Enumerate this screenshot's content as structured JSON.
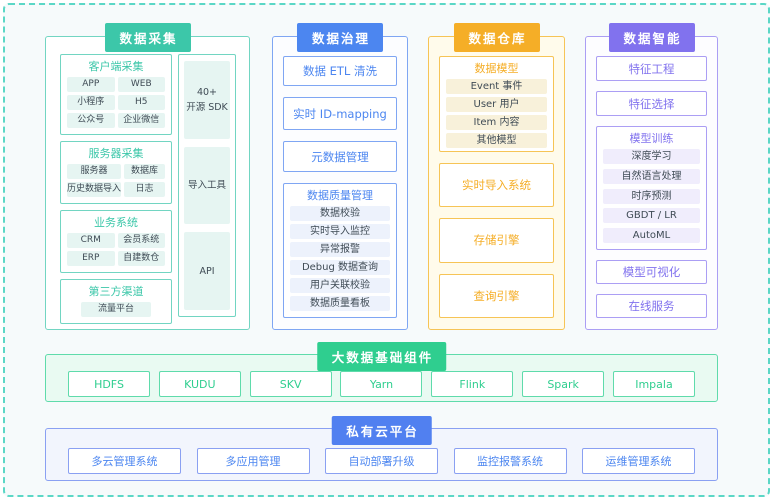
{
  "palette": {
    "teal": "#3CC7A9",
    "blue": "#4C86F0",
    "yellow": "#F5AE27",
    "purple": "#8172EE",
    "green": "#2FCE8F",
    "band_blue_header": "#5180F0",
    "dashed_border": "#5BD7C6",
    "background": "#F6FAFB",
    "dark_text": "#3F4B55"
  },
  "columns": [
    {
      "title": "数据采集",
      "groups": [
        {
          "title": "客户端采集",
          "items": [
            "APP",
            "WEB",
            "小程序",
            "H5",
            "公众号",
            "企业微信"
          ]
        },
        {
          "title": "服务器采集",
          "items": [
            "服务器",
            "数据库",
            "历史数据导入",
            "日志"
          ]
        },
        {
          "title": "业务系统",
          "items": [
            "CRM",
            "会员系统",
            "ERP",
            "自建数仓"
          ]
        },
        {
          "title": "第三方渠道",
          "items": [
            "流量平台"
          ]
        }
      ],
      "side_items": [
        "40+\n开源 SDK",
        "导入工具",
        "API"
      ]
    },
    {
      "title": "数据治理",
      "items": [
        "数据 ETL 清洗",
        "实时 ID-mapping",
        "元数据管理"
      ],
      "group": {
        "title": "数据质量管理",
        "items": [
          "数据校验",
          "实时导入监控",
          "异常报警",
          "Debug 数据查询",
          "用户关联校验",
          "数据质量看板"
        ]
      }
    },
    {
      "title": "数据仓库",
      "group": {
        "title": "数据模型",
        "items": [
          "Event 事件",
          "User 用户",
          "Item 内容",
          "其他模型"
        ]
      },
      "items": [
        "实时导入系统",
        "存储引擎",
        "查询引擎"
      ]
    },
    {
      "title": "数据智能",
      "items_top": [
        "特征工程",
        "特征选择"
      ],
      "group": {
        "title": "模型训练",
        "items": [
          "深度学习",
          "自然语言处理",
          "时序预测",
          "GBDT / LR",
          "AutoML"
        ]
      },
      "items_bottom": [
        "模型可视化",
        "在线服务"
      ]
    }
  ],
  "bands": [
    {
      "title": "大数据基础组件",
      "items": [
        "HDFS",
        "KUDU",
        "SKV",
        "Yarn",
        "Flink",
        "Spark",
        "Impala"
      ]
    },
    {
      "title": "私有云平台",
      "items": [
        "多云管理系统",
        "多应用管理",
        "自动部署升级",
        "监控报警系统",
        "运维管理系统"
      ]
    }
  ]
}
